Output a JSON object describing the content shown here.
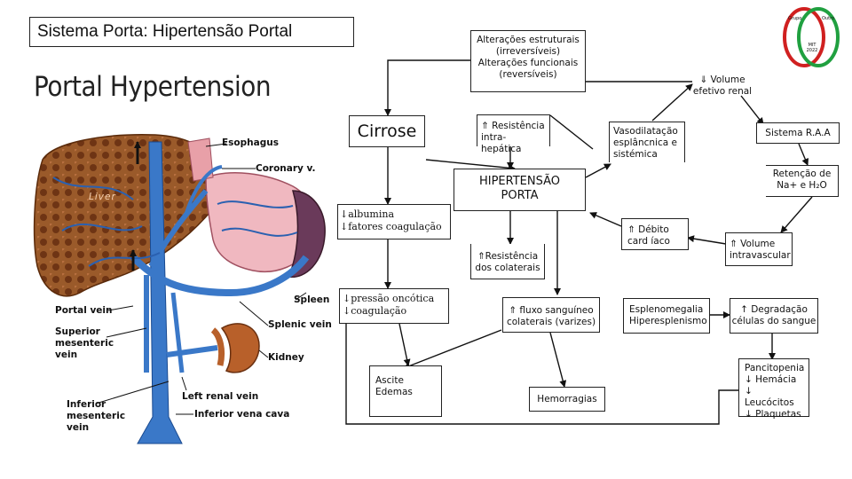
{
  "title": "Sistema Porta: Hipertensão Portal",
  "image_heading": "Portal Hypertension",
  "anatomy_labels": {
    "esophagus": "Esophagus",
    "coronary": "Coronary v.",
    "liver": "Liver",
    "spleen": "Spleen",
    "portal_vein": "Portal vein",
    "superior_mesenteric": "Superior mesenteric vein",
    "splenic_vein": "Splenic vein",
    "kidney": "Kidney",
    "left_renal": "Left renal vein",
    "inferior_mesenteric": "Inferior mesenteric vein",
    "inferior_vena_cava": "Inferior vena cava"
  },
  "logo": {
    "text_left": "Grupo",
    "text_right": "Outro",
    "text_bottom": "MIT 2022"
  },
  "nodes": {
    "alteracoes": {
      "line1": "Alterações estruturais",
      "line2": "(irreversíveis)",
      "line3": "Alterações funcionais",
      "line4": "(reversíveis)"
    },
    "volume_efetivo": {
      "line1": "⇓ Volume",
      "line2": "efetivo renal"
    },
    "cirrose": "Cirrose",
    "resistencia_intra": {
      "line1": "⇑ Resistência",
      "line2": "intra-hepática"
    },
    "vasodilatacao": {
      "line1": "Vasodilatação",
      "line2": "esplâncnica e",
      "line3": "sistémica"
    },
    "sistema_raa": "Sistema R.A.A",
    "hipertensao": {
      "line1": "HIPERTENSÃO",
      "line2": "PORTA"
    },
    "retencao": {
      "line1": "Retenção de",
      "line2": "Na+ e H₂O"
    },
    "albumina": {
      "line1": "↓albumina",
      "line2": "↓fatores coagulação"
    },
    "debito": {
      "line1": "⇑ Débito",
      "line2": "card íaco"
    },
    "resistencia_colaterais": {
      "line1": "⇑Resistência",
      "line2": "dos colaterais"
    },
    "volume_intravascular": {
      "line1": "⇑ Volume",
      "line2": "intravascular"
    },
    "pressao": {
      "line1": "↓pressão oncótica",
      "line2": "↓coagulação"
    },
    "fluxo": {
      "line1": "⇑ fluxo sanguíneo",
      "line2": "colaterais (varizes)"
    },
    "esplenomegalia": {
      "line1": "Esplenomegalia",
      "line2": "Hiperesplenismo"
    },
    "degradacao": {
      "line1": "↑ Degradação",
      "line2": "células do sangue"
    },
    "ascite": {
      "line1": "Ascite",
      "line2": "Edemas"
    },
    "hemorragias": "Hemorragias",
    "pancitopenia": {
      "line1": "Pancitopenia",
      "line2": "↓ Hemácia",
      "line3": "↓ Leucócitos",
      "line4": "↓ Plaquetas"
    }
  }
}
